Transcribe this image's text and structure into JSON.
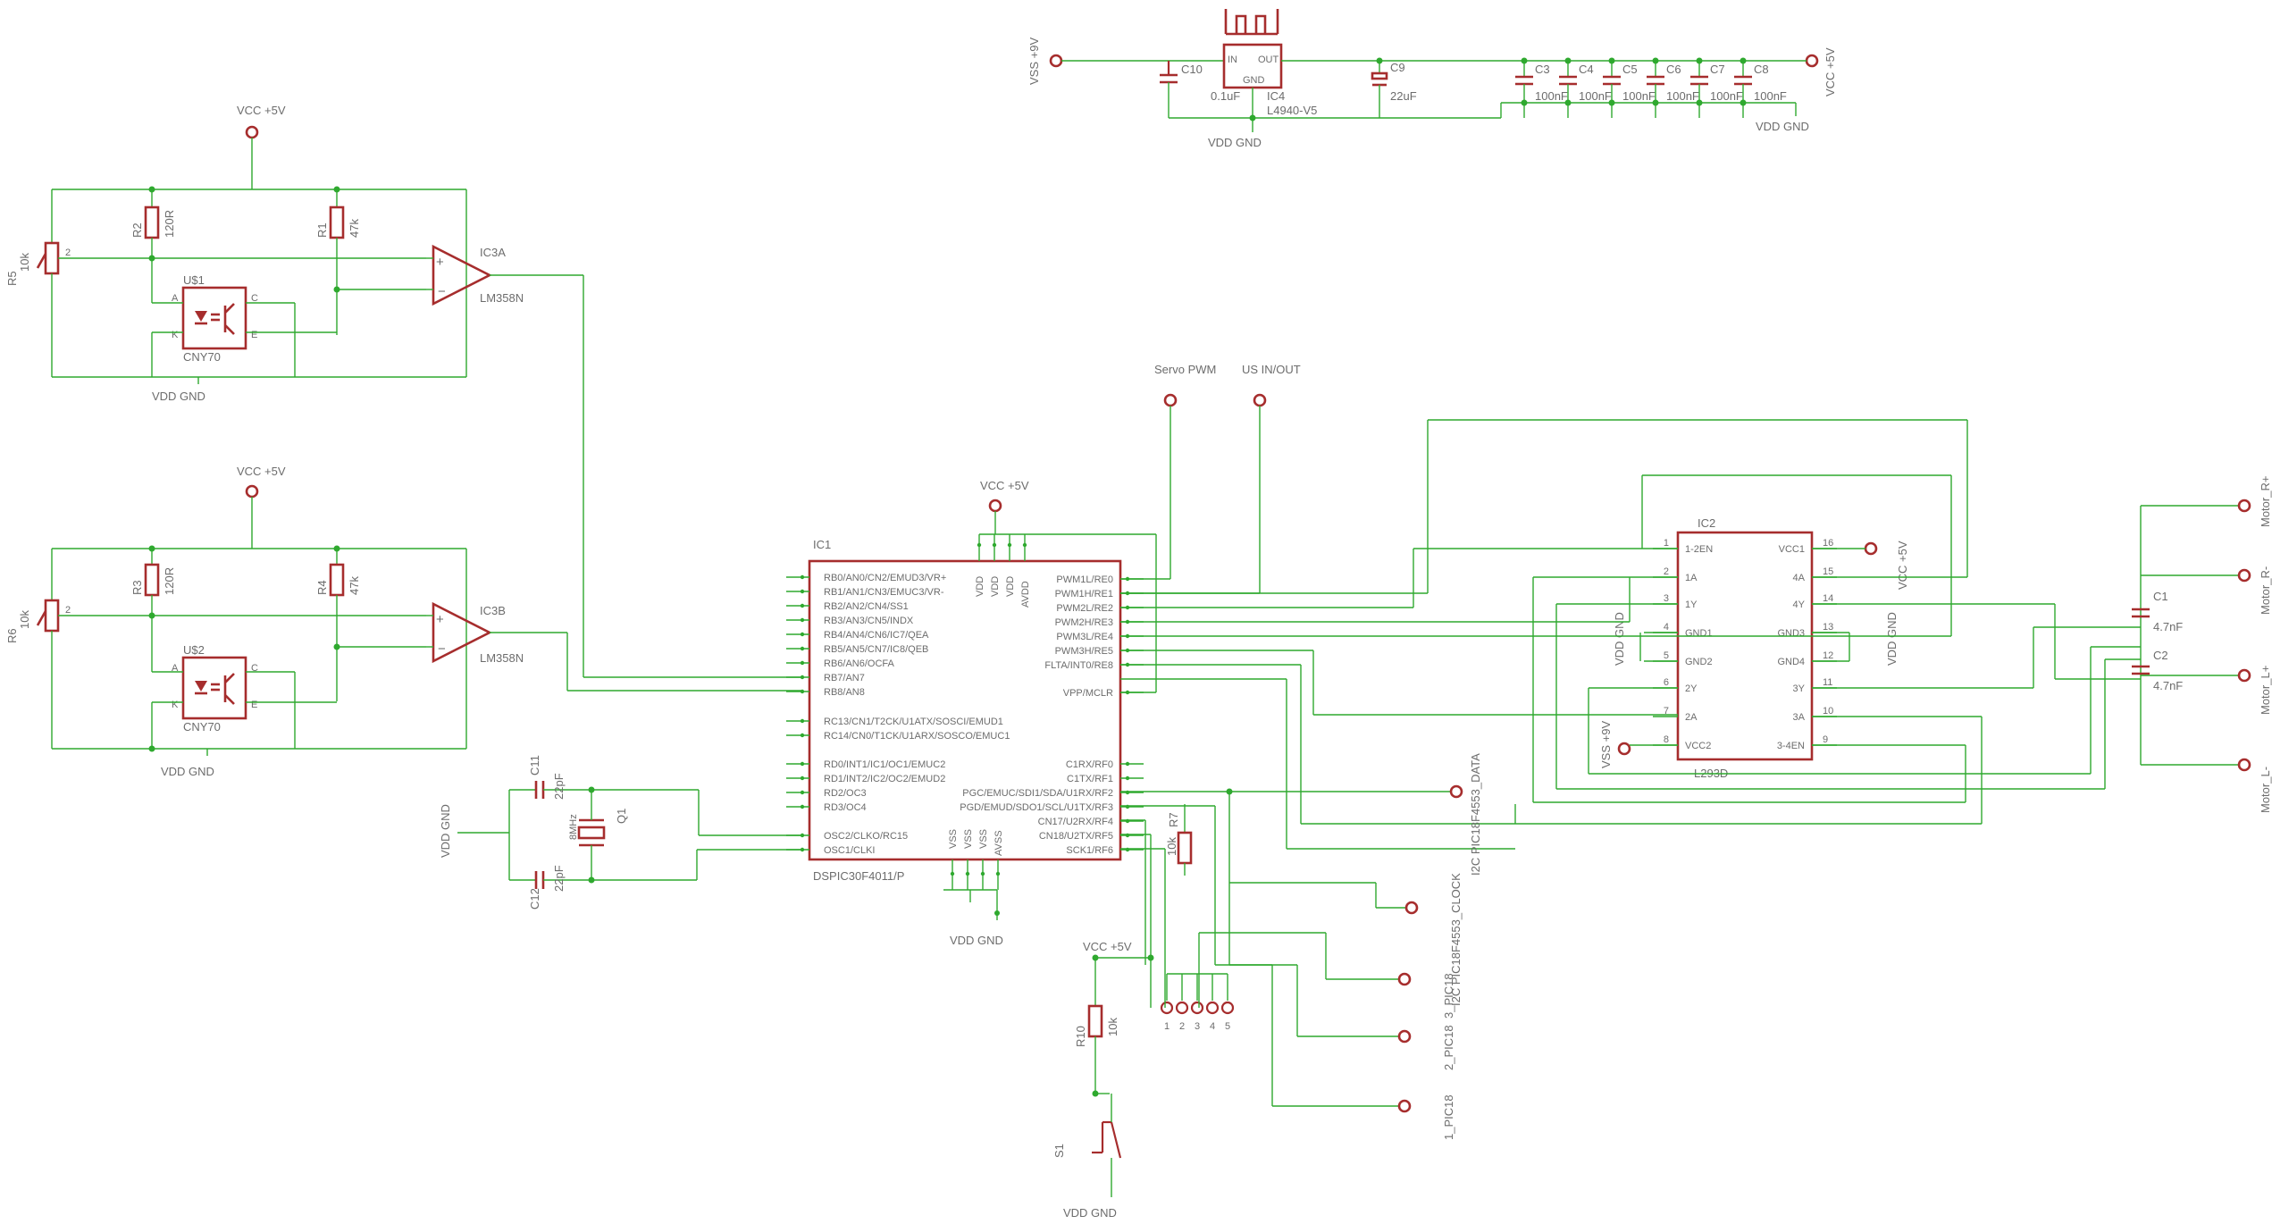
{
  "power": {
    "vss9": "VSS +9V",
    "vcc5": "VCC +5V",
    "gnd": "VDD GND"
  },
  "regulator": {
    "name": "IC4",
    "value": "L4940-V5",
    "in": "IN",
    "out": "OUT",
    "gnd": "GND",
    "c10": "C10",
    "c10_value": "0.1uF",
    "c9": "C9",
    "c9_value": "22uF"
  },
  "decoupling": [
    {
      "name": "C3",
      "value": "100nF"
    },
    {
      "name": "C4",
      "value": "100nF"
    },
    {
      "name": "C5",
      "value": "100nF"
    },
    {
      "name": "C6",
      "value": "100nF"
    },
    {
      "name": "C7",
      "value": "100nF"
    },
    {
      "name": "C8",
      "value": "100nF"
    }
  ],
  "sensor1": {
    "pot": "R5",
    "pot_value": "10k",
    "r_a": "R2",
    "r_a_value": "120R",
    "r_b": "R1",
    "r_b_value": "47k",
    "opto": "U$1",
    "opto_value": "CNY70",
    "opamp": "IC3A",
    "opamp_value": "LM358N"
  },
  "sensor2": {
    "pot": "R6",
    "pot_value": "10k",
    "r_a": "R3",
    "r_a_value": "120R",
    "r_b": "R4",
    "r_b_value": "47k",
    "opto": "U$2",
    "opto_value": "CNY70",
    "opamp": "IC3B",
    "opamp_value": "LM358N"
  },
  "mcu": {
    "name": "IC1",
    "value": "DSPIC30F4011/P",
    "left_pins": [
      "RB0/AN0/CN2/EMUD3/VR+",
      "RB1/AN1/CN3/EMUC3/VR-",
      "RB2/AN2/CN4/SS1",
      "RB3/AN3/CN5/INDX",
      "RB4/AN4/CN6/IC7/QEA",
      "RB5/AN5/CN7/IC8/QEB",
      "RB6/AN6/OCFA",
      "RB7/AN7",
      "RB8/AN8",
      "RC13/CN1/T2CK/U1ATX/SOSCI/EMUD1",
      "RC14/CN0/T1CK/U1ARX/SOSCO/EMUC1",
      "RD0/INT1/IC1/OC1/EMUC2",
      "RD1/INT2/IC2/OC2/EMUD2",
      "RD2/OC3",
      "RD3/OC4",
      "OSC2/CLKO/RC15",
      "OSC1/CLKI"
    ],
    "right_pins": [
      "PWM1L/RE0",
      "PWM1H/RE1",
      "PWM2L/RE2",
      "PWM2H/RE3",
      "PWM3L/RE4",
      "PWM3H/RE5",
      "FLTA/INT0/RE8",
      "VPP/MCLR",
      "C1RX/RF0",
      "C1TX/RF1",
      "PGC/EMUC/SDI1/SDA/U1RX/RF2",
      "PGD/EMUD/SDO1/SCL/U1TX/RF3",
      "CN17/U2RX/RF4",
      "CN18/U2TX/RF5",
      "SCK1/RF6"
    ],
    "top_pins": [
      "VDD",
      "VDD",
      "VDD",
      "AVDD"
    ],
    "bottom_pins": [
      "VSS",
      "VSS",
      "VSS",
      "AVSS"
    ]
  },
  "crystal": {
    "q": "Q1",
    "q_value": "8MHz",
    "c11": "C11",
    "c11_value": "22pF",
    "c12": "C12",
    "c12_value": "22pF"
  },
  "driver": {
    "name": "IC2",
    "value": "L293D",
    "left_pins": [
      "1-2EN",
      "1A",
      "1Y",
      "GND1",
      "GND2",
      "2Y",
      "2A",
      "VCC2"
    ],
    "right_pins": [
      "VCC1",
      "4A",
      "4Y",
      "GND3",
      "GND4",
      "3Y",
      "3A",
      "3-4EN"
    ],
    "left_nums": [
      "1",
      "2",
      "3",
      "4",
      "5",
      "6",
      "7",
      "8"
    ],
    "right_nums": [
      "16",
      "15",
      "14",
      "13",
      "12",
      "11",
      "10",
      "9"
    ],
    "c1": "C1",
    "c1_value": "4.7nF",
    "c2": "C2",
    "c2_value": "4.7nF"
  },
  "signals": {
    "servo": "Servo PWM",
    "us": "US IN/OUT",
    "i2c_data": "I2C PIC18F4553_DATA",
    "i2c_clock": "I2C PIC18F4553_CLOCK",
    "pic3": "3_PIC18",
    "pic2": "2_PIC18",
    "pic1": "1_PIC18",
    "motor_r_plus": "Motor_R+",
    "motor_r_minus": "Motor_R-",
    "motor_l_plus": "Motor_L+",
    "motor_l_minus": "Motor_L-"
  },
  "reset": {
    "r10": "R10",
    "r10_value": "10k",
    "s1": "S1"
  },
  "pullup": {
    "r": "R7",
    "value": "10k"
  },
  "header": {
    "nums": [
      "1",
      "2",
      "3",
      "4",
      "5"
    ]
  },
  "colors": {
    "wire": "#2fa92f",
    "part": "#a62d2d",
    "text": "#6c6c6c"
  }
}
